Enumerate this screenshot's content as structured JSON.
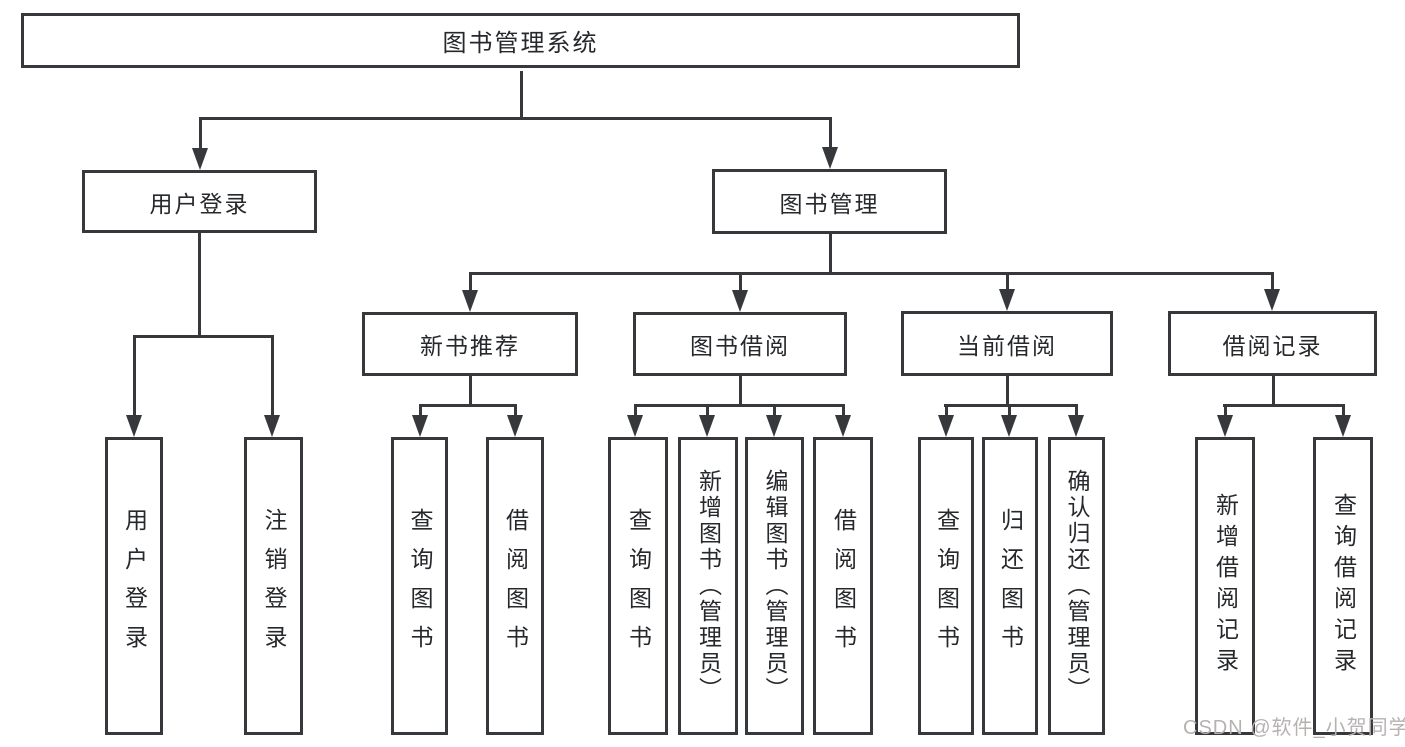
{
  "tree": {
    "root": {
      "label": "图书管理系统"
    },
    "branches": [
      {
        "label": "用户登录",
        "children": [
          {
            "label": "用户登录"
          },
          {
            "label": "注销登录"
          }
        ]
      },
      {
        "label": "图书管理",
        "children": [
          {
            "label": "新书推荐",
            "children": [
              {
                "label": "查询图书"
              },
              {
                "label": "借阅图书"
              }
            ]
          },
          {
            "label": "图书借阅",
            "children": [
              {
                "label": "查询图书"
              },
              {
                "label": "新增图书（管理员）"
              },
              {
                "label": "编辑图书（管理员）"
              },
              {
                "label": "借阅图书"
              }
            ]
          },
          {
            "label": "当前借阅",
            "children": [
              {
                "label": "查询图书"
              },
              {
                "label": "归还图书"
              },
              {
                "label": "确认归还（管理员）"
              }
            ]
          },
          {
            "label": "借阅记录",
            "children": [
              {
                "label": "新增借阅记录"
              },
              {
                "label": "查询借阅记录"
              }
            ]
          }
        ]
      }
    ]
  },
  "watermark": {
    "text": "CSDN @软件_小贺同学"
  },
  "colors": {
    "line": "#36383c",
    "text": "#26282c",
    "watermark": "#b7b2b2",
    "background": "#ffffff"
  }
}
